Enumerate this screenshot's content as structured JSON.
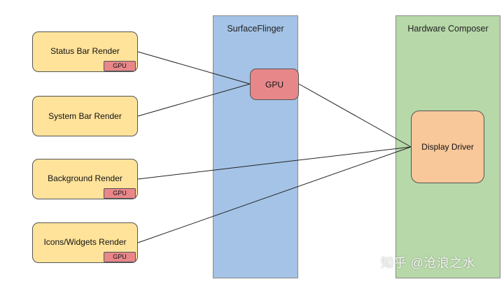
{
  "panels": {
    "surfaceflinger": {
      "title": "SurfaceFlinger"
    },
    "hardware_composer": {
      "title": "Hardware Composer"
    }
  },
  "renders": [
    {
      "label": "Status Bar Render",
      "badge": "GPU"
    },
    {
      "label": "System Bar Render",
      "badge": ""
    },
    {
      "label": "Background Render",
      "badge": "GPU"
    },
    {
      "label": "Icons/Widgets Render",
      "badge": "GPU"
    }
  ],
  "gpu": {
    "label": "GPU"
  },
  "display_driver": {
    "label": "Display Driver"
  },
  "watermark": "知乎 @沧浪之水",
  "colors": {
    "surfaceflinger_panel": "#a4c3e6",
    "hardware_composer_panel": "#b7d8a8",
    "render_box": "#ffe39b",
    "gpu": "#e8878a",
    "display_driver": "#f8c79a"
  }
}
